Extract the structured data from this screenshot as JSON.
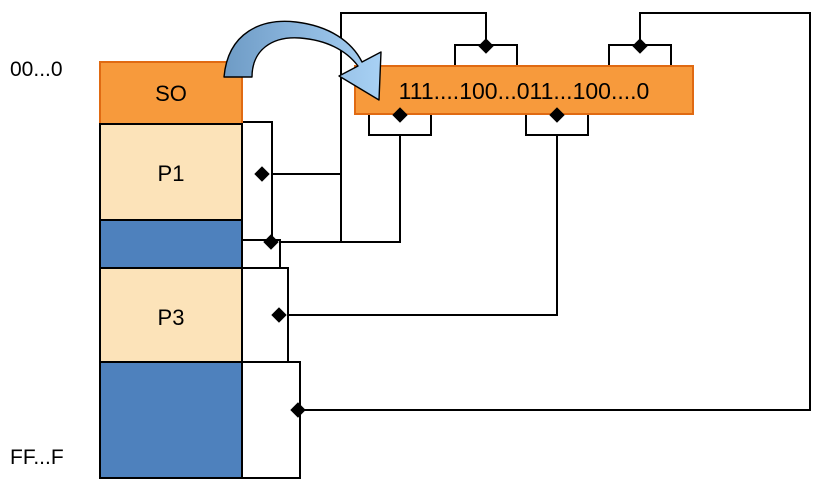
{
  "diagram": {
    "title": "memory-layout-bitstring-mapping",
    "colors": {
      "orange_fill": "#F79A3C",
      "orange_stroke": "#E06A12",
      "light_orange_fill": "#FCE3B9",
      "light_orange_stroke": "#000000",
      "blue_fill": "#4E81BD",
      "blue_stroke": "#000000",
      "white_fill": "#FFFFFF",
      "line_stroke": "#000000",
      "arrow_dark_blue": "#6E9BC5",
      "arrow_light_blue": "#9DC8EE",
      "arrow_stroke": "#000000"
    },
    "address_labels": {
      "top": "00...0",
      "bottom": "FF...F"
    },
    "memory_blocks": [
      {
        "label": "SO",
        "kind": "allocated-start",
        "color": "#F79A3C"
      },
      {
        "label": "P1",
        "kind": "free-page",
        "color": "#FCE3B9"
      },
      {
        "label": "",
        "kind": "used-page",
        "color": "#4E81BD"
      },
      {
        "label": "P3",
        "kind": "free-page",
        "color": "#FCE3B9"
      },
      {
        "label": "",
        "kind": "used-page",
        "color": "#4E81BD"
      }
    ],
    "bitstring": {
      "value": "111....100...011...100....0",
      "color": "#F79A3C"
    },
    "connectors": {
      "count": 4,
      "description": "Each memory block after SO links via a diamond handle to a bracket on the bitstring"
    }
  }
}
